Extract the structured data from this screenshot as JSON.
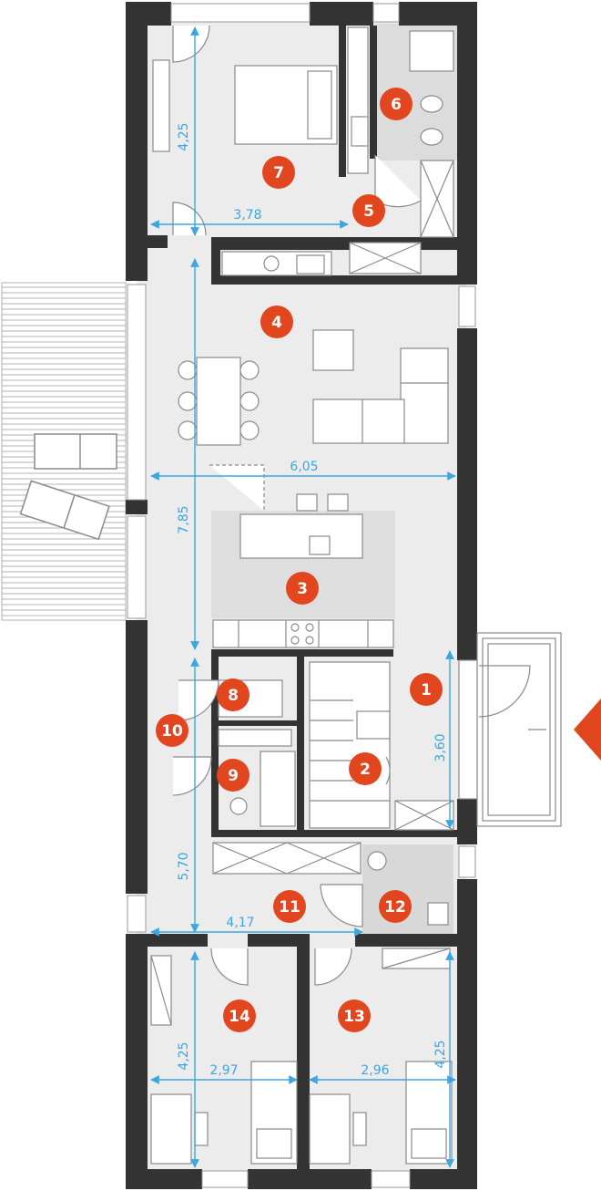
{
  "colors": {
    "wall": "#333333",
    "floor": "#ececec",
    "kitchen_floor": "#dedede",
    "bath_floor": "#dcdcdc",
    "furniture": "#ffffff",
    "furniture_line": "#9a9a9a",
    "dimension": "#3ba7e0",
    "marker": "#e2461f",
    "marker_text": "#ffffff",
    "terrace": "#ffffff",
    "terrace_line": "#b0b0b0"
  },
  "rooms": [
    {
      "id": "1",
      "label": "1"
    },
    {
      "id": "2",
      "label": "2"
    },
    {
      "id": "3",
      "label": "3"
    },
    {
      "id": "4",
      "label": "4"
    },
    {
      "id": "5",
      "label": "5"
    },
    {
      "id": "6",
      "label": "6"
    },
    {
      "id": "7",
      "label": "7"
    },
    {
      "id": "8",
      "label": "8"
    },
    {
      "id": "9",
      "label": "9"
    },
    {
      "id": "10",
      "label": "10"
    },
    {
      "id": "11",
      "label": "11"
    },
    {
      "id": "12",
      "label": "12"
    },
    {
      "id": "13",
      "label": "13"
    },
    {
      "id": "14",
      "label": "14"
    }
  ],
  "dimensions": {
    "bedroom7_height": "4,25",
    "bedroom7_width": "3,78",
    "living_height": "7,85",
    "living_width": "6,05",
    "entry_height": "3,60",
    "hall_height": "5,70",
    "hall_width": "4,17",
    "room14_height": "4,25",
    "room14_width": "2,97",
    "room13_width": "2,96",
    "room13_height": "4,25"
  },
  "icons": {
    "entrance": "entrance-arrow-icon"
  }
}
